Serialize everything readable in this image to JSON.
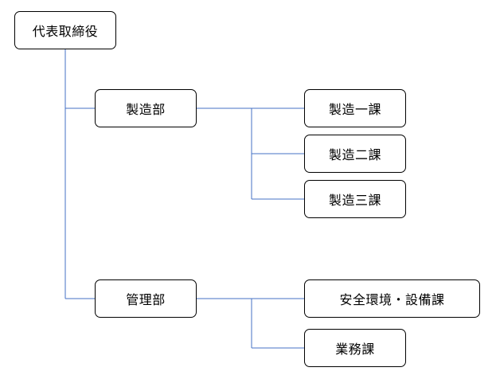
{
  "org_chart": {
    "root": {
      "label": "代表取締役"
    },
    "departments": [
      {
        "label": "製造部",
        "sections": [
          {
            "label": "製造一課"
          },
          {
            "label": "製造二課"
          },
          {
            "label": "製造三課"
          }
        ]
      },
      {
        "label": "管理部",
        "sections": [
          {
            "label": "安全環境・設備課"
          },
          {
            "label": "業務課"
          }
        ]
      }
    ]
  },
  "colors": {
    "connector": "#4472c4",
    "box_border": "#000000",
    "background": "#ffffff"
  }
}
